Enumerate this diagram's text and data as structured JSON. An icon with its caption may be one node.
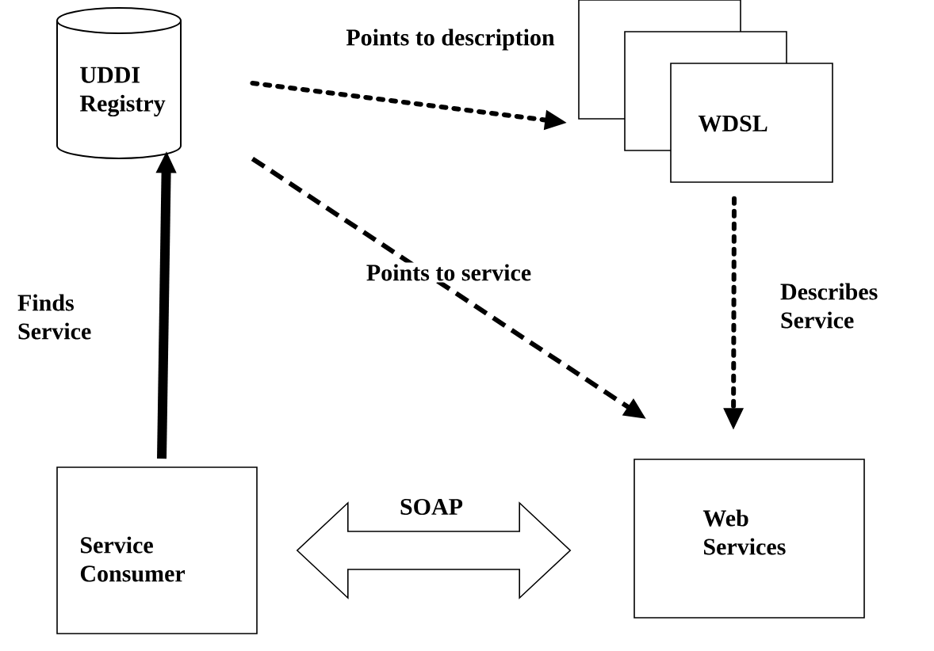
{
  "diagram": {
    "nodes": [
      {
        "text": [
          "UDDI Registry"
        ]
      },
      {
        "text": [
          "WDSL"
        ]
      },
      {
        "text": [
          "Web Services"
        ]
      },
      {
        "text": [
          "Service Consumer"
        ]
      }
    ],
    "edges": [
      {
        "from": 0,
        "to": 1,
        "arrow": "to",
        "label": "Points to description",
        "style": "dashed"
      },
      {
        "from": 0,
        "to": 2,
        "arrow": "to",
        "label": "Points to service",
        "style": "dashed"
      },
      {
        "from": 1,
        "to": 2,
        "arrow": "to",
        "label": "Describes Service",
        "style": "dashed"
      },
      {
        "from": 3,
        "to": 0,
        "arrow": "to",
        "label": "Finds Service",
        "style": "thick"
      },
      {
        "from": 3,
        "to": 2,
        "arrow": "both",
        "label": "SOAP"
      }
    ]
  }
}
